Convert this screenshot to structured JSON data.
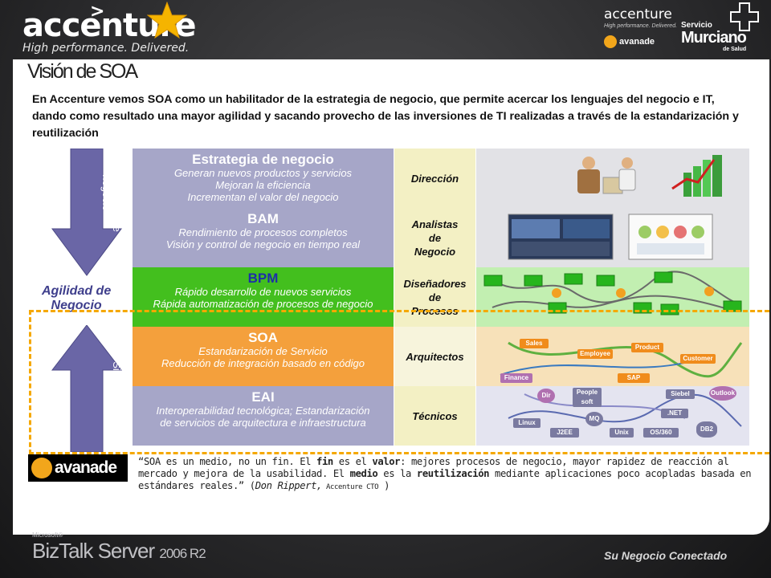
{
  "header": {
    "brand": "accenture",
    "tagline": "High performance. Delivered.",
    "partner_brand": "accenture",
    "partner_tagline": "High performance. Delivered.",
    "avanade": "avanade",
    "sms_line1": "Servicio",
    "sms_line2": "Murciano",
    "sms_line3": "de Salud"
  },
  "title": "Visión de SOA",
  "intro": "En Accenture vemos SOA como un habilitador de la estrategia de negocio, que permite acercar los lenguajes del negocio e IT, dando como resultado una mayor agilidad y sacando provecho de las inversiones de TI realizadas a través de la estandarización y reutilización",
  "left": {
    "arrow_down": [
      "Ejecución de",
      "la estrategia de",
      "negocio"
    ],
    "agility": [
      "Agilidad de",
      "Negocio"
    ],
    "arrow_up": [
      "Dirección de los",
      "Sistemas",
      ""
    ]
  },
  "layers": [
    {
      "title": "Estrategia de negocio",
      "lines": [
        "Generan nuevos productos y servicios",
        "Mejoran la eficiencia",
        "Incrementan el valor del negocio"
      ],
      "role": "Dirección"
    },
    {
      "title": "BAM",
      "lines": [
        "Rendimiento de procesos completos",
        "Visión y control de negocio en tiempo real"
      ],
      "role_lines": [
        "Analistas",
        "de",
        "Negocio"
      ]
    },
    {
      "title": "BPM",
      "lines": [
        "Rápido desarrollo de nuevos servicios",
        "Rápida automatización de procesos de negocio"
      ],
      "role_lines": [
        "Diseñadores",
        "de",
        "Procesos"
      ]
    },
    {
      "title": "SOA",
      "lines": [
        "Estandarización de Servicio",
        "Reducción de integración basado en código"
      ],
      "role": "Arquitectos"
    },
    {
      "title": "EAI",
      "lines": [
        "Interoperabilidad tecnológica; Estandarización",
        "de servicios de arquitectura e infraestructura"
      ],
      "role": "Técnicos"
    }
  ],
  "soa": {
    "chips": [
      "Sales",
      "Employee",
      "Product",
      "Customer",
      "Finance",
      "SAP"
    ]
  },
  "eai": {
    "chips": [
      "Dir",
      "People soft",
      "Siebel",
      "Outlook",
      "Linux",
      "MQ",
      ".NET",
      "J2EE",
      "Unix",
      "OS/360",
      "DB2"
    ]
  },
  "quote": {
    "logo": "avanade",
    "p1": "“SOA es un medio, no un fin. El ",
    "b1": "fin",
    "p2": " es el ",
    "b2": "valor",
    "p3": ": mejores procesos de negocio, mayor rapidez de reacción al mercado y mejora de la usabilidad. El ",
    "b3": "medio",
    "p4": " es la ",
    "b4": "reutilización",
    "p5": " mediante aplicaciones poco acopladas basada en estándares reales.” (",
    "author": "Don Rippert,",
    "role": " Accenture CTO",
    "end": " )"
  },
  "footer": {
    "microsoft": "Microsoft®",
    "product": "BizTalk Server",
    "version": "2006 R2",
    "slogan": "Su Negocio Conectado"
  }
}
